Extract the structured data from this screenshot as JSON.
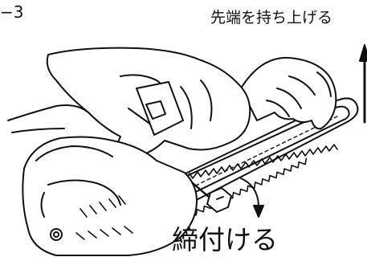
{
  "figure": {
    "number": "−3",
    "label_lift": "先端を持ち上げる",
    "label_tighten": "締付ける"
  },
  "icons": {
    "lift_arrow": "arrow-up-icon",
    "tighten_arrow": "curved-arrow-down-icon"
  },
  "colors": {
    "line": "#111111",
    "paper": "#ffffff"
  }
}
